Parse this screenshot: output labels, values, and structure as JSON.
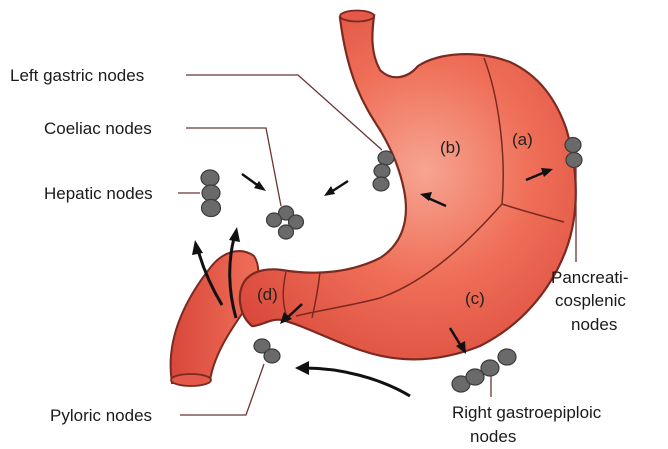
{
  "labels": {
    "left_gastric": "Left gastric nodes",
    "coeliac": "Coeliac nodes",
    "hepatic": "Hepatic nodes",
    "pyloric": "Pyloric nodes",
    "pancreati_line1": "Pancreati-",
    "pancreati_line2": "cosplenic",
    "pancreati_line3": "nodes",
    "right_gastro_line1": "Right gastroepiploic",
    "right_gastro_line2": "nodes"
  },
  "regions": {
    "a": "(a)",
    "b": "(b)",
    "c": "(c)",
    "d": "(d)"
  },
  "colors": {
    "stomach_fill": "#ee6650",
    "stomach_outline": "#7a2a20",
    "node_fill": "#6a6a6a",
    "leader_line": "#6b3434"
  }
}
